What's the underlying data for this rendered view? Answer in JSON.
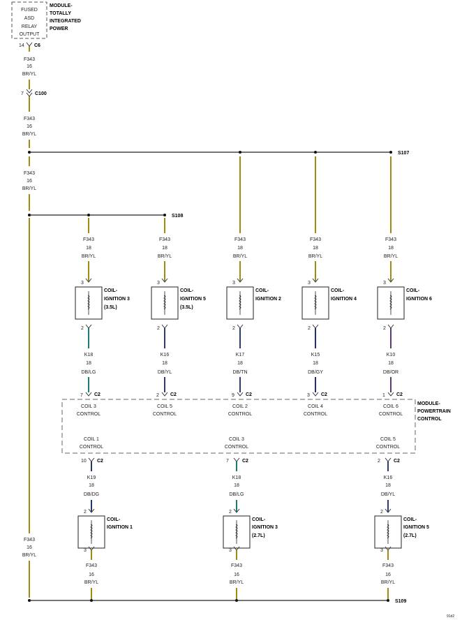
{
  "colors": {
    "br_yl": "#a08a10",
    "db_lg": "#1e7a72",
    "db_yl": "#2a3d78",
    "db_tn": "#2a3d78",
    "db_gy": "#1e2f7a",
    "db_or": "#5a3a7a",
    "db_dg": "#1e3a6a"
  },
  "top_module": {
    "lines": [
      "FUSED",
      "ASD",
      "RELAY",
      "OUTPUT"
    ],
    "name_lines": [
      "MODULE-",
      "TOTALLY",
      "INTEGRATED",
      "POWER"
    ]
  },
  "connectors": {
    "c6": "C6",
    "c6_pin": "14",
    "c100": "C100",
    "c100_pin": "7",
    "c2": "C2"
  },
  "splices": {
    "s107": "S107",
    "s108": "S108",
    "s109": "S109"
  },
  "wire_main": {
    "circuit": "F343",
    "gauge": "16",
    "color": "BR/YL"
  },
  "wire_branch": {
    "circuit": "F343",
    "gauge": "18",
    "color": "BR/YL"
  },
  "upper_coils": [
    {
      "name1": "COIL-",
      "name2": "IGNITION 3",
      "name3": "(3.5L)",
      "pin_top": "3",
      "pin_bot": "2",
      "circuit": "K18",
      "gauge": "18",
      "color": "DB/LG",
      "cpin": "7",
      "ctrl1": "COIL 3",
      "ctrl2": "CONTROL"
    },
    {
      "name1": "COIL-",
      "name2": "IGNITION 5",
      "name3": "(3.5L)",
      "pin_top": "3",
      "pin_bot": "2",
      "circuit": "K16",
      "gauge": "18",
      "color": "DB/YL",
      "cpin": "2",
      "ctrl1": "COIL 5",
      "ctrl2": "CONTROL"
    },
    {
      "name1": "COIL-",
      "name2": "IGNITION 2",
      "name3": "",
      "pin_top": "3",
      "pin_bot": "2",
      "circuit": "K17",
      "gauge": "18",
      "color": "DB/TN",
      "cpin": "9",
      "ctrl1": "COIL 2",
      "ctrl2": "CONTROL"
    },
    {
      "name1": "COIL-",
      "name2": "IGNITION 4",
      "name3": "",
      "pin_top": "3",
      "pin_bot": "2",
      "circuit": "K15",
      "gauge": "18",
      "color": "DB/GY",
      "cpin": "3",
      "ctrl1": "COIL 4",
      "ctrl2": "CONTROL"
    },
    {
      "name1": "COIL-",
      "name2": "IGNITION 6",
      "name3": "",
      "pin_top": "3",
      "pin_bot": "2",
      "circuit": "K10",
      "gauge": "18",
      "color": "DB/OR",
      "cpin": "1",
      "ctrl1": "COIL 6",
      "ctrl2": "CONTROL"
    }
  ],
  "pcm": {
    "name_lines": [
      "MODULE-",
      "POWERTRAIN",
      "CONTROL"
    ]
  },
  "lower_coils": [
    {
      "name1": "COIL-",
      "name2": "IGNITION 1",
      "name3": "",
      "pin_top": "2",
      "pin_bot": "3",
      "circuit": "K19",
      "gauge": "18",
      "color": "DB/DG",
      "cpin": "10",
      "ctrl1": "COIL 1",
      "ctrl2": "CONTROL"
    },
    {
      "name1": "COIL-",
      "name2": "IGNITION 3",
      "name3": "(2.7L)",
      "pin_top": "2",
      "pin_bot": "3",
      "circuit": "K18",
      "gauge": "18",
      "color": "DB/LG",
      "cpin": "7",
      "ctrl1": "COIL 3",
      "ctrl2": "CONTROL"
    },
    {
      "name1": "COIL-",
      "name2": "IGNITION 5",
      "name3": "(2.7L)",
      "pin_top": "2",
      "pin_bot": "3",
      "circuit": "K16",
      "gauge": "18",
      "color": "DB/YL",
      "cpin": "2",
      "ctrl1": "COIL 5",
      "ctrl2": "CONTROL"
    }
  ],
  "figure_id": "91d2"
}
